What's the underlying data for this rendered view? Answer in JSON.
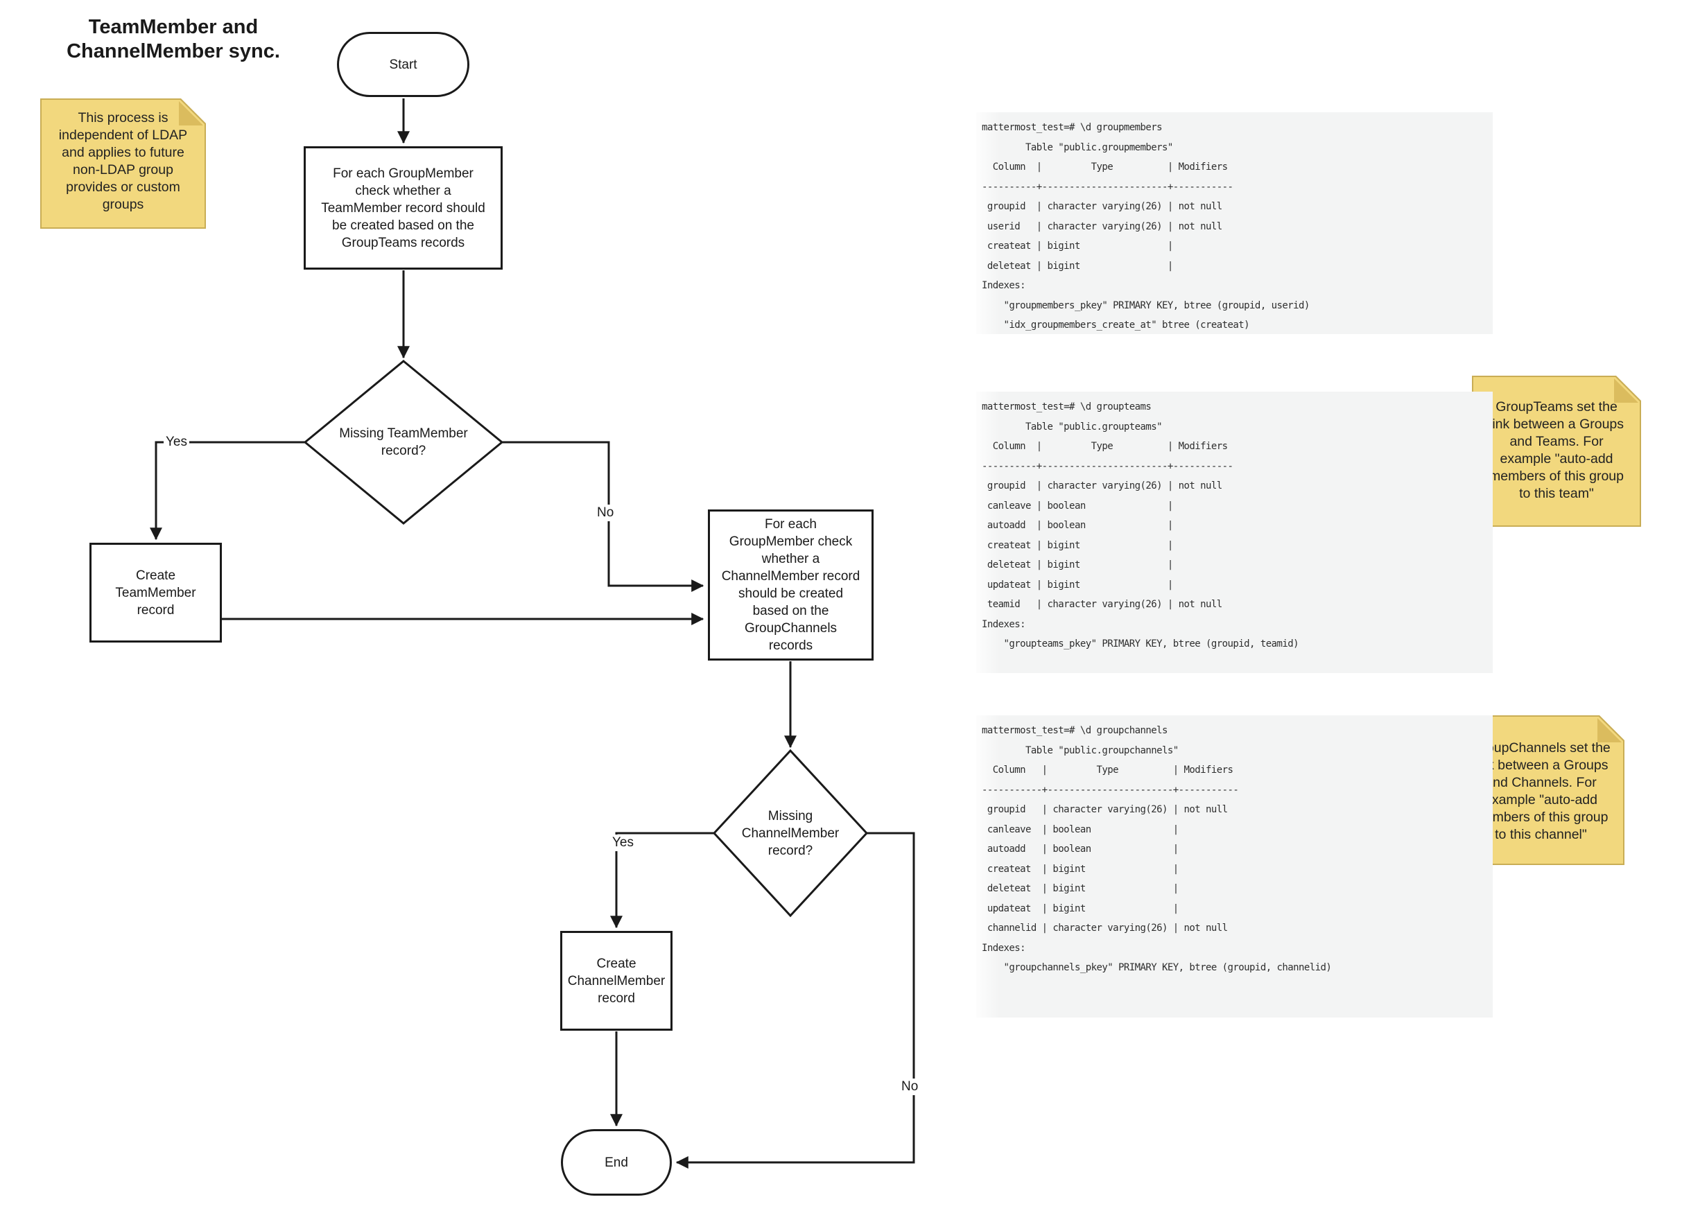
{
  "title": "TeamMember and\nChannelMember sync.",
  "notes": {
    "note1": "This process is\nindependent of LDAP\nand applies to future\nnon-LDAP group\nprovides or custom\ngroups",
    "note2": "GroupTeams set the\nlink between a Groups\nand Teams. For\nexample \"auto-add\nmembers of this group\nto this team\"",
    "note3": "GroupChannels set the\nlink between a Groups\nand Channels. For\nexample \"auto-add\nmembers of this group\nto this channel\""
  },
  "flowchart": {
    "start": "Start",
    "process_teammember": "For each GroupMember\ncheck whether a\nTeamMember record should\nbe created based on the\nGroupTeams records",
    "decision_teammember": "Missing TeamMember\nrecord?",
    "create_teammember": "Create\nTeamMember\nrecord",
    "process_channelmember": "For each\nGroupMember check\nwhether a\nChannelMember record\nshould be created\nbased on the\nGroupChannels\nrecords",
    "decision_channelmember": "Missing\nChannelMember\nrecord?",
    "create_channelmember": "Create\nChannelMember\nrecord",
    "end": "End",
    "labels": {
      "yes1": "Yes",
      "no1": "No",
      "yes2": "Yes",
      "no2": "No"
    }
  },
  "terminals": {
    "groupmembers": "mattermost_test=# \\d groupmembers\n        Table \"public.groupmembers\"\n  Column  |         Type          | Modifiers\n----------+-----------------------+-----------\n groupid  | character varying(26) | not null\n userid   | character varying(26) | not null\n createat | bigint                |\n deleteat | bigint                |\nIndexes:\n    \"groupmembers_pkey\" PRIMARY KEY, btree (groupid, userid)\n    \"idx_groupmembers_create_at\" btree (createat)",
    "groupteams": "mattermost_test=# \\d groupteams\n        Table \"public.groupteams\"\n  Column  |         Type          | Modifiers\n----------+-----------------------+-----------\n groupid  | character varying(26) | not null\n canleave | boolean               |\n autoadd  | boolean               |\n createat | bigint                |\n deleteat | bigint                |\n updateat | bigint                |\n teamid   | character varying(26) | not null\nIndexes:\n    \"groupteams_pkey\" PRIMARY KEY, btree (groupid, teamid)",
    "groupchannels": "mattermost_test=# \\d groupchannels\n        Table \"public.groupchannels\"\n  Column   |         Type          | Modifiers\n-----------+-----------------------+-----------\n groupid   | character varying(26) | not null\n canleave  | boolean               |\n autoadd   | boolean               |\n createat  | bigint                |\n deleteat  | bigint                |\n updateat  | bigint                |\n channelid | character varying(26) | not null\nIndexes:\n    \"groupchannels_pkey\" PRIMARY KEY, btree (groupid, channelid)"
  },
  "colors": {
    "sticky_fill": "#F2D87E",
    "sticky_fold": "#DBBC5E",
    "sticky_border": "#C9AD55",
    "terminal_bg": "#F3F4F4",
    "line": "#1A1A1A"
  }
}
